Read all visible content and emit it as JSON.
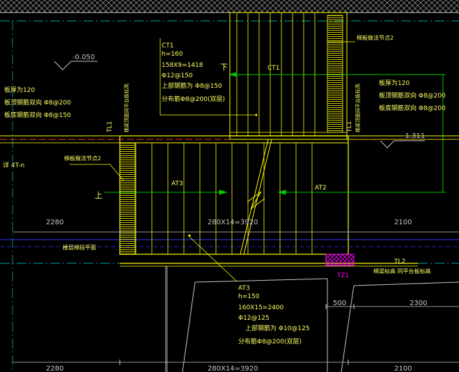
{
  "colors": {
    "background": "#000000",
    "structure": "#ffff00",
    "annotation": "#ffff66",
    "dimension": "#c8c8c8",
    "leader": "#00c800",
    "hatch": "#8c8c8c",
    "column": "#ff00ff",
    "axis_blue": "#3333ff",
    "axis_cyan": "#00a8a8",
    "red_line": "#ff3333"
  },
  "labels": {
    "level_top_left": "-0.050",
    "level_right": "-1.311",
    "slab_left": {
      "thick": "板厚为120",
      "bidir": "板顶钢筋双向 Φ8@200",
      "bottom": "板底钢筋双向 Φ8@150"
    },
    "slab_right": {
      "thick": "板厚为120",
      "bidir": "板顶钢筋双向 Φ8@200",
      "bottom": "板底钢筋双向 Φ8@200"
    },
    "ct1_block": {
      "name": "CT1",
      "h": "h=160",
      "steps": "158X9=1418",
      "main": "Φ12@150",
      "upper": "上部钢筋为 Φ8@150",
      "dist": "分布筋Φ8@200(双层)"
    },
    "ct1_tag": "CT1",
    "down": "下",
    "up": "上",
    "at3_tag": "AT3",
    "at2_tag": "AT2",
    "at3_block": {
      "name": "AT3",
      "h": "h=150",
      "steps": "160X15=2400",
      "main": "Φ12@125",
      "upper": "上部钢筋为 Φ10@125",
      "dist": "分布筋Φ8@200(双层)"
    },
    "detail_node": "梯板做法节点2",
    "detail_node_left": "梯板做法节点2",
    "tl1_left": "TL1",
    "tl1_right": "TL1",
    "tl2": "TL2",
    "tz1": "TZ1",
    "beam_note_left": "梯梁顶面同平台板标高",
    "beam_note_right": "梯梁顶面同平台板标高",
    "beam_note_bottom": "梯梁标高 同平台板标高",
    "ref_left": "详 4T-n",
    "floor_plan": "楼层梯段平面",
    "dim_2280_top": "2280",
    "dim_steps_top": "280X14=3920",
    "dim_2100_top": "2100",
    "dim_500": "500",
    "dim_2300": "2300",
    "dim_2280_bottom": "2280",
    "dim_steps_bottom": "280X14=3920",
    "dim_2100_bottom": "2100"
  }
}
